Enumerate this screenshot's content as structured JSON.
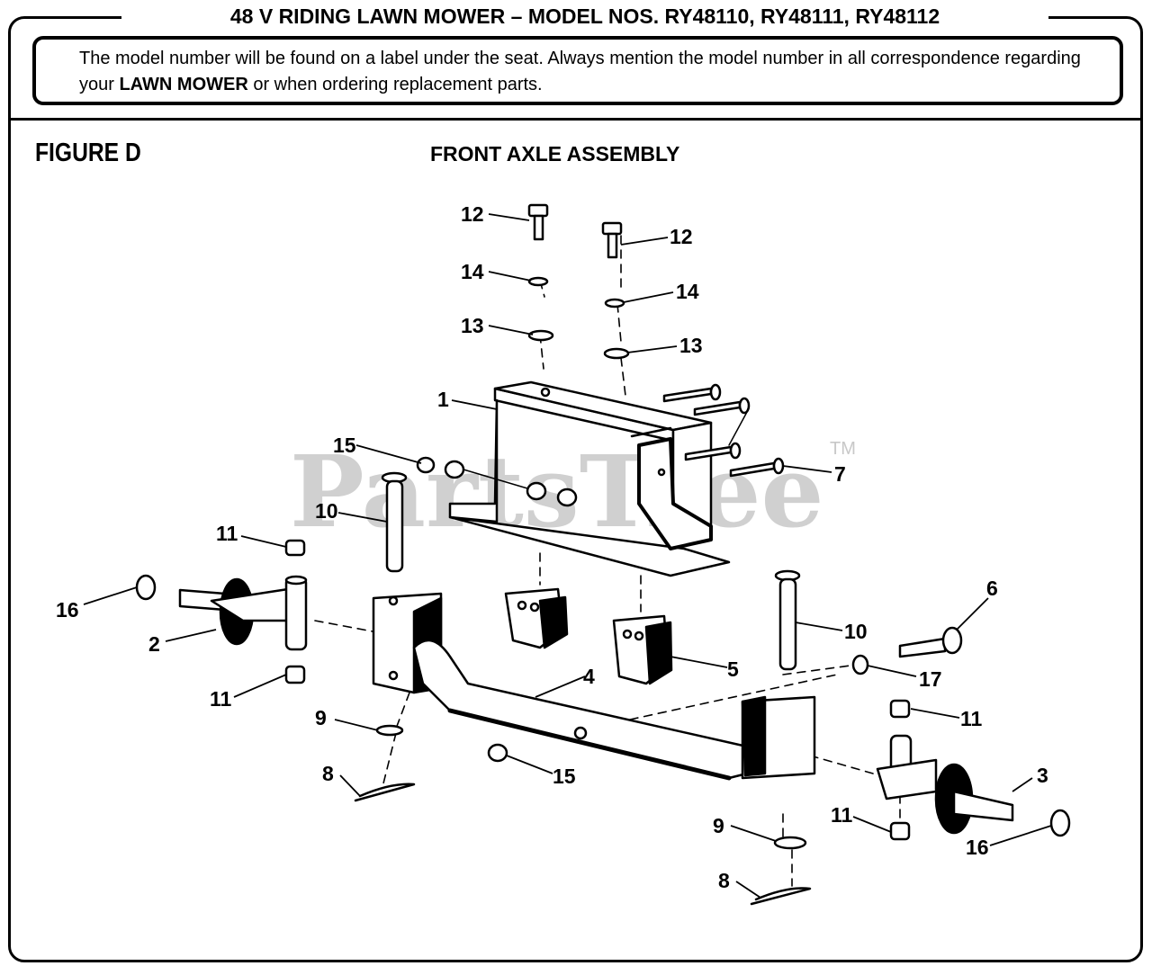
{
  "header": {
    "title": "48 V RIDING LAWN MOWER – MODEL NOS. RY48110, RY48111, RY48112",
    "notice_pre": "The model number will be found on a label under the seat. Always mention the model number in all correspondence regarding your ",
    "notice_bold": "LAWN MOWER",
    "notice_post": " or when ordering replacement parts."
  },
  "figure": {
    "label": "FIGURE D",
    "title": "FRONT AXLE ASSEMBLY"
  },
  "watermark": {
    "text": "PartsTree",
    "tm": "TM"
  },
  "callouts": [
    "12",
    "12",
    "14",
    "14",
    "13",
    "13",
    "1",
    "15",
    "7",
    "10",
    "11",
    "16",
    "2",
    "11",
    "6",
    "10",
    "5",
    "4",
    "17",
    "9",
    "11",
    "3",
    "8",
    "15",
    "9",
    "11",
    "16",
    "8"
  ]
}
